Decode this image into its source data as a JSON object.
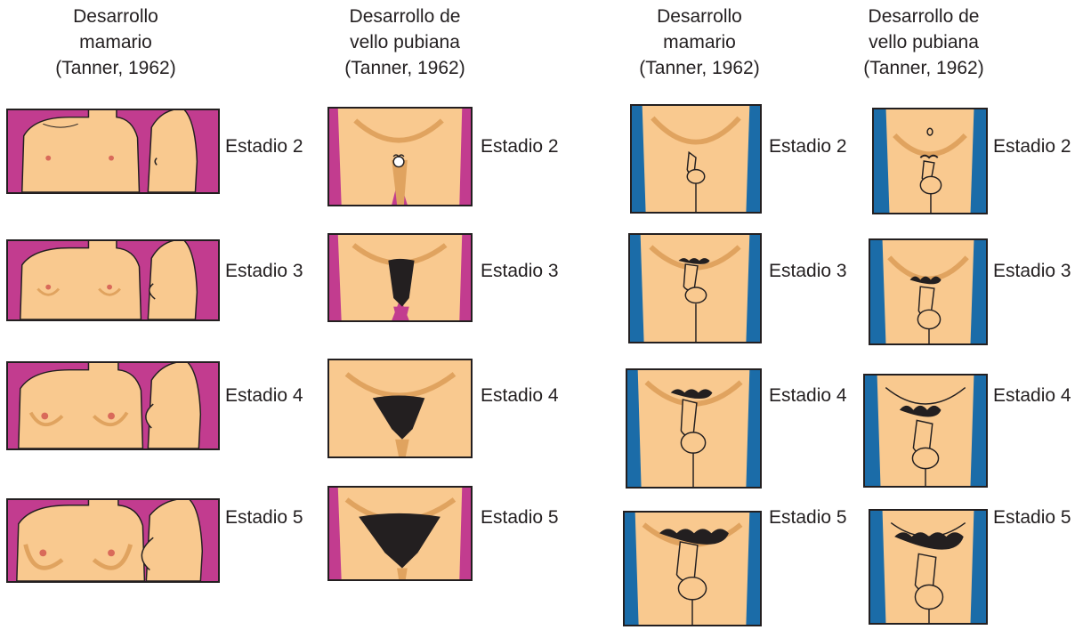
{
  "columns": [
    {
      "title": "Desarrollo\nmamario\n(Tanner, 1962)",
      "accent": "#c23c8f",
      "figure": "breast-development"
    },
    {
      "title": "Desarrollo de\nvello pubiana\n(Tanner, 1962)",
      "accent": "#c23c8f",
      "figure": "female-pubic-hair"
    },
    {
      "title": "Desarrollo\nmamario\n(Tanner, 1962)",
      "accent": "#1b6ca8",
      "figure": "male-genital-development"
    },
    {
      "title": "Desarrollo de\nvello pubiana\n(Tanner, 1962)",
      "accent": "#1b6ca8",
      "figure": "male-pubic-hair"
    }
  ],
  "stage_labels": [
    "Estadio 2",
    "Estadio 3",
    "Estadio 4",
    "Estadio 5"
  ],
  "colors": {
    "skin": "#f9c98f",
    "shadow": "#e0a35f",
    "outline": "#231f20",
    "hair": "#231f20"
  }
}
